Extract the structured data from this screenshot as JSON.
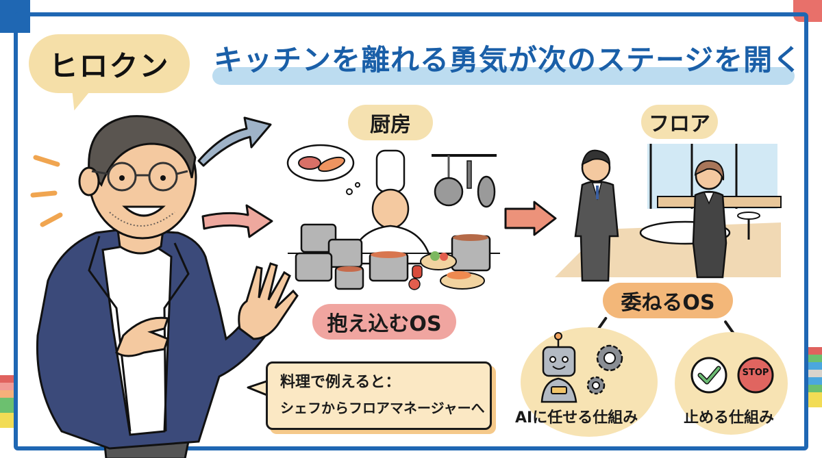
{
  "header": {
    "speaker_name": "ヒロクン",
    "title": "キッチンを離れる勇気が次のステージを開く"
  },
  "scenes": {
    "kitchen": {
      "label": "厨房",
      "os_label": "抱え込むOS"
    },
    "floor": {
      "label": "フロア",
      "os_label": "委ねるOS"
    }
  },
  "speech": {
    "line1": "料理で例えると：",
    "line2": "シェフからフロアマネージャーへ"
  },
  "mechanisms": [
    {
      "label": "AIに任せる仕組み",
      "icon": "robot-gears-icon"
    },
    {
      "label": "止める仕組み",
      "icon": "check-and-stop-icon",
      "stop_text": "STOP"
    }
  ],
  "colors": {
    "frame": "#1f67b3",
    "title": "#1a5fa8",
    "title_highlight": "#bcdcf0",
    "name_bubble": "#f5dfa8",
    "kitchen_pill": "#f5e1b0",
    "hold_pill": "#f0a5a0",
    "delegate_pill": "#f3b779",
    "arrow_blue": "#9fb3c8",
    "arrow_pink": "#eea89e",
    "arrow_salmon": "#ec927a",
    "jacket": "#3b4a7a",
    "stop_red": "#e06560",
    "check_green": "#6cbb73"
  },
  "decor": {
    "left_stripes": [
      "#e0625e",
      "#f19a95",
      "#f5b07a",
      "#6cc06f",
      "#6cc06f",
      "#f2dc55",
      "#f2dc55"
    ],
    "right_stripes": [
      "#e0625e",
      "#6cc06f",
      "#4ba7de",
      "#d9d4cc",
      "#4ba7de",
      "#6cc06f",
      "#f2dc55",
      "#f2dc55"
    ]
  }
}
